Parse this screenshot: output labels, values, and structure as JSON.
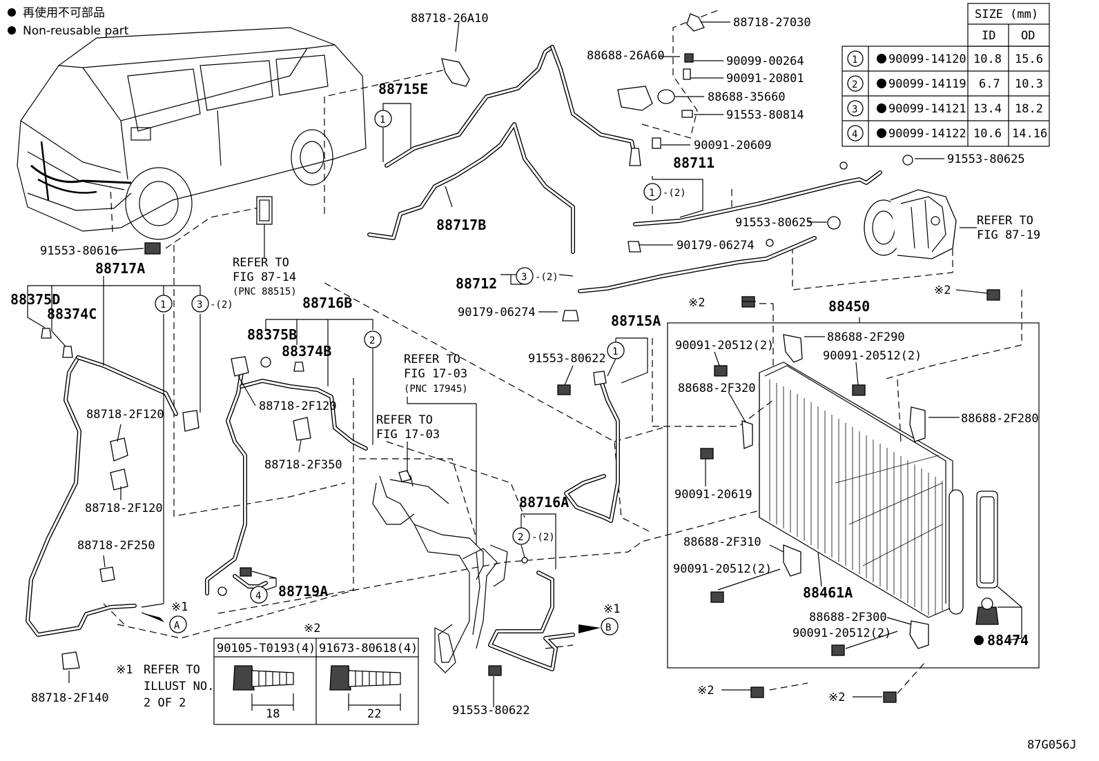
{
  "legend": {
    "jp": "再使用不可部品",
    "en": "Non-reusable part"
  },
  "size_table": {
    "title": "SIZE (mm)",
    "col_id": "ID",
    "col_od": "OD",
    "rows": [
      {
        "num": "1",
        "part": "90099-14120",
        "id": "10.8",
        "od": "15.6"
      },
      {
        "num": "2",
        "part": "90099-14119",
        "id": "6.7",
        "od": "10.3"
      },
      {
        "num": "3",
        "part": "90099-14121",
        "id": "13.4",
        "od": "18.2"
      },
      {
        "num": "4",
        "part": "90099-14122",
        "id": "10.6",
        "od": "14.16"
      }
    ]
  },
  "bolt_table": {
    "mark": "※2",
    "left_part": "90105-T0193(4)",
    "right_part": "91673-80618(4)",
    "left_dim": "18",
    "right_dim": "22"
  },
  "note": {
    "mark": "※1",
    "line1": "REFER TO",
    "line2": "ILLUST NO.",
    "line3": "2 OF 2"
  },
  "labels": {
    "p88718_26A10": "88718-26A10",
    "p88718_27030": "88718-27030",
    "p88688_26A60": "88688-26A60",
    "p90099_00264": "90099-00264",
    "p90091_20801": "90091-20801",
    "p88688_35660": "88688-35660",
    "p91553_80814": "91553-80814",
    "p90091_20609": "90091-20609",
    "p88711": "88711",
    "p91553_80625a": "91553-80625",
    "p91553_80625b": "91553-80625",
    "p90179_06274a": "90179-06274",
    "p90179_06274b": "90179-06274",
    "p88715E": "88715E",
    "p88717B": "88717B",
    "p88712": "88712",
    "p91553_80616": "91553-80616",
    "p88717A": "88717A",
    "p88375D": "88375D",
    "p88374C": "88374C",
    "p88716B": "88716B",
    "p88375B": "88375B",
    "p88374B": "88374B",
    "p88718_2F120a": "88718-2F120",
    "p88718_2F120b": "88718-2F120",
    "p88718_2F120c": "88718-2F120",
    "p88718_2F350": "88718-2F350",
    "p88718_2F250": "88718-2F250",
    "p88718_2F140": "88718-2F140",
    "p88719A": "88719A",
    "p88715A": "88715A",
    "p91553_80622a": "91553-80622",
    "p91553_80622b": "91553-80622",
    "p88716A": "88716A",
    "p88450": "88450",
    "p88688_2F290": "88688-2F290",
    "p90091_20512a": "90091-20512(2)",
    "p90091_20512b": "90091-20512(2)",
    "p90091_20512c": "90091-20512(2)",
    "p90091_20512d": "90091-20512(2)",
    "p88688_2F320": "88688-2F320",
    "p88688_2F280": "88688-2F280",
    "p90091_20619": "90091-20619",
    "p88688_2F310": "88688-2F310",
    "p88461A": "88461A",
    "p88688_2F300": "88688-2F300",
    "p88474": "88474",
    "mark2": "※2",
    "mark1": "※1",
    "qty2": "-(2)",
    "circA": "A",
    "circB": "B",
    "c1": "1",
    "c2": "2",
    "c3": "3",
    "c4": "4"
  },
  "refs": {
    "r1_l1": "REFER TO",
    "r1_l2": "FIG 87-14",
    "r1_l3": "(PNC 88515)",
    "r2_l1": "REFER TO",
    "r2_l2": "FIG 17-03",
    "r2_l3": "(PNC 17945)",
    "r3_l1": "REFER TO",
    "r3_l2": "FIG 17-03",
    "r4_l1": "REFER TO",
    "r4_l2": "FIG 87-19"
  },
  "figure_id": "87G056J"
}
